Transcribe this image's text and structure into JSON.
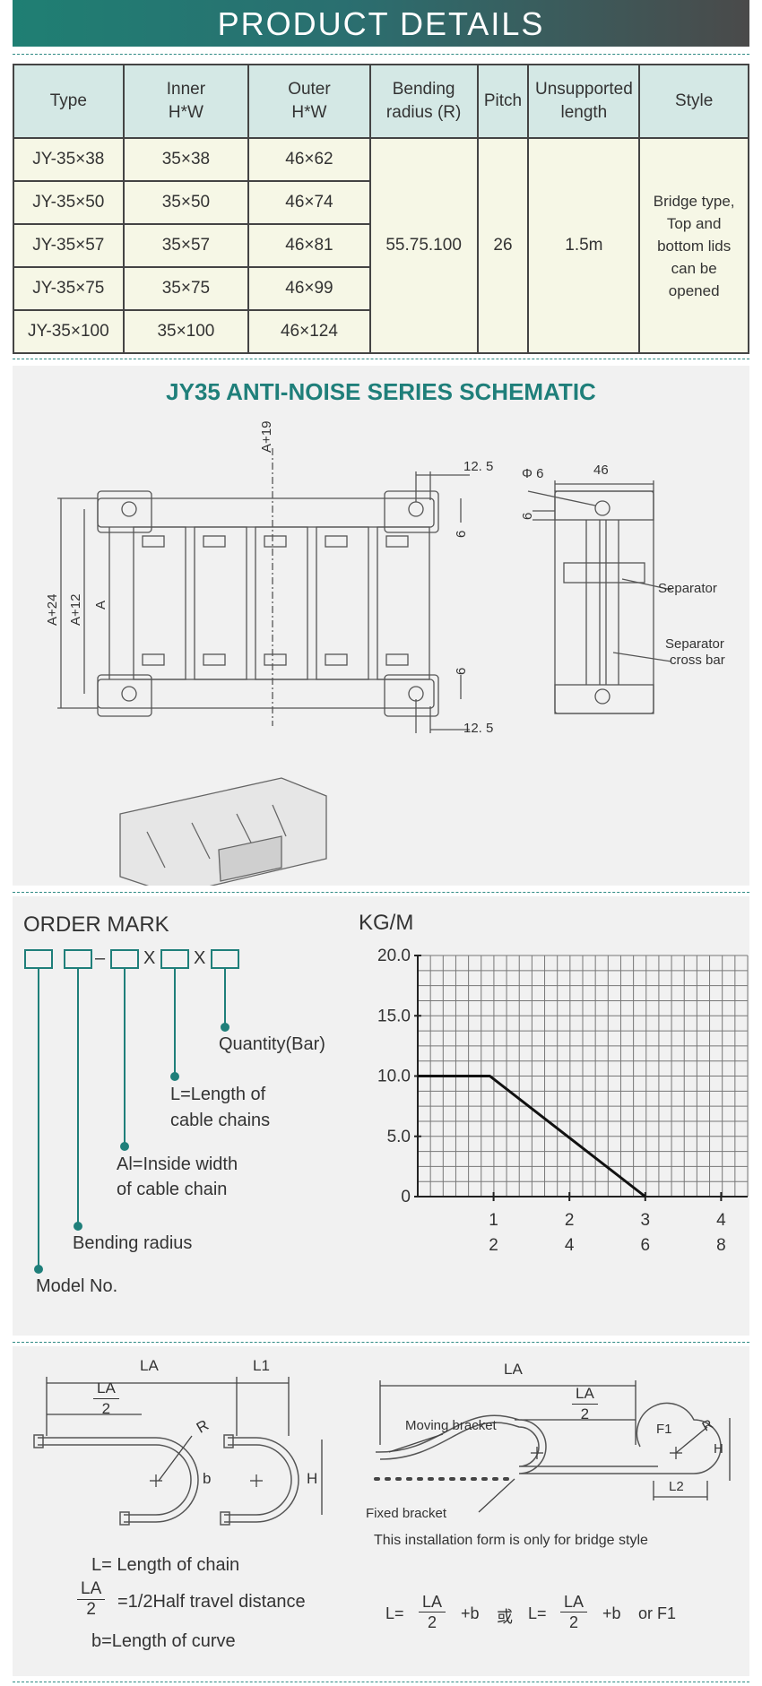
{
  "header": {
    "title": "PRODUCT DETAILS"
  },
  "spec_table": {
    "headers": [
      "Type",
      "Inner\nH*W",
      "Outer\nH*W",
      "Bending\nradius (R)",
      "Pitch",
      "Unsupported\nlength",
      "Style"
    ],
    "rows": [
      [
        "JY-35×38",
        "35×38",
        "46×62"
      ],
      [
        "JY-35×50",
        "35×50",
        "46×74"
      ],
      [
        "JY-35×57",
        "35×57",
        "46×81"
      ],
      [
        "JY-35×75",
        "35×75",
        "46×99"
      ],
      [
        "JY-35×100",
        "35×100",
        "46×124"
      ]
    ],
    "bending_radius": "55.75.100",
    "pitch": "26",
    "unsupported_length": "1.5m",
    "style": "Bridge type,\nTop and\nbottom lids\ncan be\nopened"
  },
  "schematic": {
    "title": "JY35 ANTI-NOISE SERIES SCHEMATIC",
    "dims": {
      "a19": "A+19",
      "a24": "A+24",
      "a12": "A+12",
      "a": "A",
      "d125_top": "12. 5",
      "d125_bot": "12. 5",
      "d6a": "6",
      "d6b": "6",
      "d6c": "6",
      "phi6": "Φ 6",
      "d46": "46"
    },
    "labels": {
      "separator": "Separator",
      "cross_bar_1": "Separator",
      "cross_bar_2": "cross bar"
    }
  },
  "order_mark": {
    "title": "ORDER MARK",
    "separators": [
      "–",
      "X",
      "X"
    ],
    "items": {
      "quantity": "Quantity(Bar)",
      "length_1": "L=Length of",
      "length_2": "cable chains",
      "inside_1": "Al=Inside width",
      "inside_2": "of cable chain",
      "bending": "Bending radius",
      "model": "Model No."
    }
  },
  "chart_data": {
    "type": "line",
    "title": "KG/M",
    "yticks": [
      "20.0",
      "15.0",
      "10.0",
      "5.0",
      "0"
    ],
    "xticks_row1": [
      "1",
      "2",
      "3",
      "4"
    ],
    "xticks_row2": [
      "2",
      "4",
      "6",
      "8"
    ],
    "ylim": [
      0,
      20
    ],
    "xlim": [
      0,
      4.35
    ],
    "x": [
      0,
      0.95,
      3.0
    ],
    "y": [
      10.0,
      10.0,
      0
    ],
    "grid": true
  },
  "install": {
    "left": {
      "la": "LA",
      "l1": "L1",
      "r": "R",
      "b": "b",
      "h": "H",
      "frac_n": "LA",
      "frac_d": "2"
    },
    "right": {
      "la": "LA",
      "frac_n": "LA",
      "frac_d": "2",
      "moving": "Moving bracket",
      "fixed": "Fixed bracket",
      "f1": "F1",
      "r": "R",
      "h": "H",
      "l2": "L2",
      "note": "This installation form is only for bridge style"
    },
    "legend": {
      "length": "L= Length of chain",
      "half_frac_n": "LA",
      "half_frac_d": "2",
      "half": "=1/2Half travel distance",
      "curve": "b=Length of curve"
    },
    "formula": {
      "l1": "L=",
      "n1": "LA",
      "d1": "2",
      "plus1": "+b",
      "or_cn": "或",
      "l2": "L=",
      "n2": "LA",
      "d2": "2",
      "plus2": "+b",
      "or_f1": "or F1"
    }
  }
}
